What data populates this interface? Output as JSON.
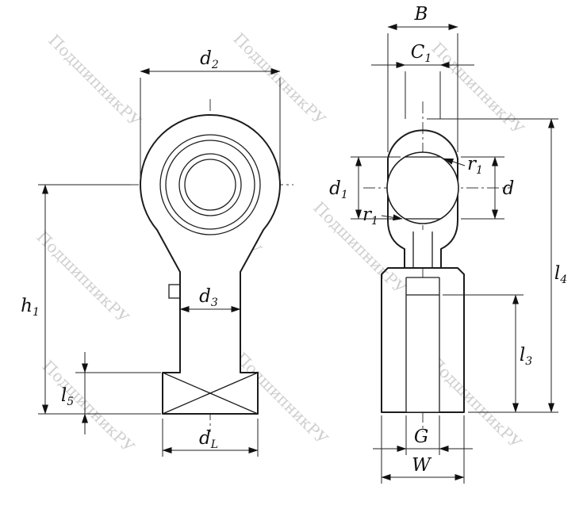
{
  "watermark": {
    "text": "ПодшипникРУ"
  },
  "dimensions": {
    "d2": {
      "base": "d",
      "sub": "2"
    },
    "h1": {
      "base": "h",
      "sub": "1"
    },
    "l5": {
      "base": "l",
      "sub": "5"
    },
    "d3": {
      "base": "d",
      "sub": "3"
    },
    "dL": {
      "base": "d",
      "sub": "L"
    },
    "B": {
      "base": "B",
      "sub": ""
    },
    "C1": {
      "base": "C",
      "sub": "1"
    },
    "d1": {
      "base": "d",
      "sub": "1"
    },
    "r1_upper": {
      "base": "r",
      "sub": "1"
    },
    "r1_lower": {
      "base": "r",
      "sub": "1"
    },
    "d": {
      "base": "d",
      "sub": ""
    },
    "l4": {
      "base": "l",
      "sub": "4"
    },
    "l3": {
      "base": "l",
      "sub": "3"
    },
    "G": {
      "base": "G",
      "sub": ""
    },
    "W": {
      "base": "W",
      "sub": ""
    }
  }
}
